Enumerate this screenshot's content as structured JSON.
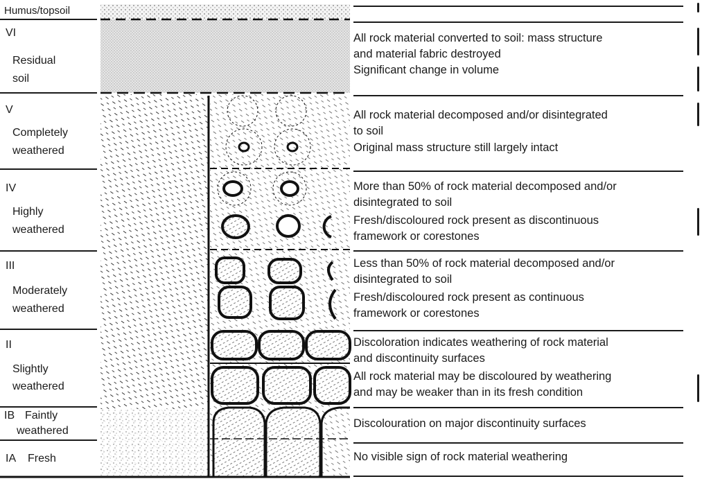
{
  "grades": [
    {
      "number": "Humus/topsoil",
      "name": [],
      "description": []
    },
    {
      "number": "VI",
      "name": [
        "Residual",
        "soil"
      ],
      "description": [
        "All rock material converted to soil: mass structure",
        "and material fabric destroyed",
        "Significant change in volume"
      ]
    },
    {
      "number": "V",
      "name": [
        "Completely",
        "weathered"
      ],
      "description": [
        "All rock material decomposed and/or disintegrated",
        "to soil",
        "Original mass structure still largely intact"
      ]
    },
    {
      "number": "IV",
      "name": [
        "Highly",
        "weathered"
      ],
      "description": [
        "More than 50% of rock material decomposed and/or",
        "disintegrated to soil",
        "Fresh/discoloured rock present as discontinuous",
        "framework or corestones"
      ]
    },
    {
      "number": "III",
      "name": [
        "Moderately",
        "weathered"
      ],
      "description": [
        "Less than 50% of rock material decomposed and/or",
        "disintegrated to soil",
        "Fresh/discoloured rock present as continuous",
        "framework or corestones"
      ]
    },
    {
      "number": "II",
      "name": [
        "Slightly",
        "weathered"
      ],
      "description": [
        "Discoloration indicates weathering of rock material",
        "and discontinuity surfaces",
        "All rock material may be discoloured by weathering",
        "and may be weaker than in its fresh condition"
      ]
    },
    {
      "number": "IB",
      "name": [
        "Faintly",
        "weathered"
      ],
      "description": [
        "Discolouration on major discontinuity surfaces"
      ]
    },
    {
      "number": "IA",
      "name": [
        "Fresh"
      ],
      "description": [
        "No visible sign of rock material weathering"
      ]
    }
  ]
}
